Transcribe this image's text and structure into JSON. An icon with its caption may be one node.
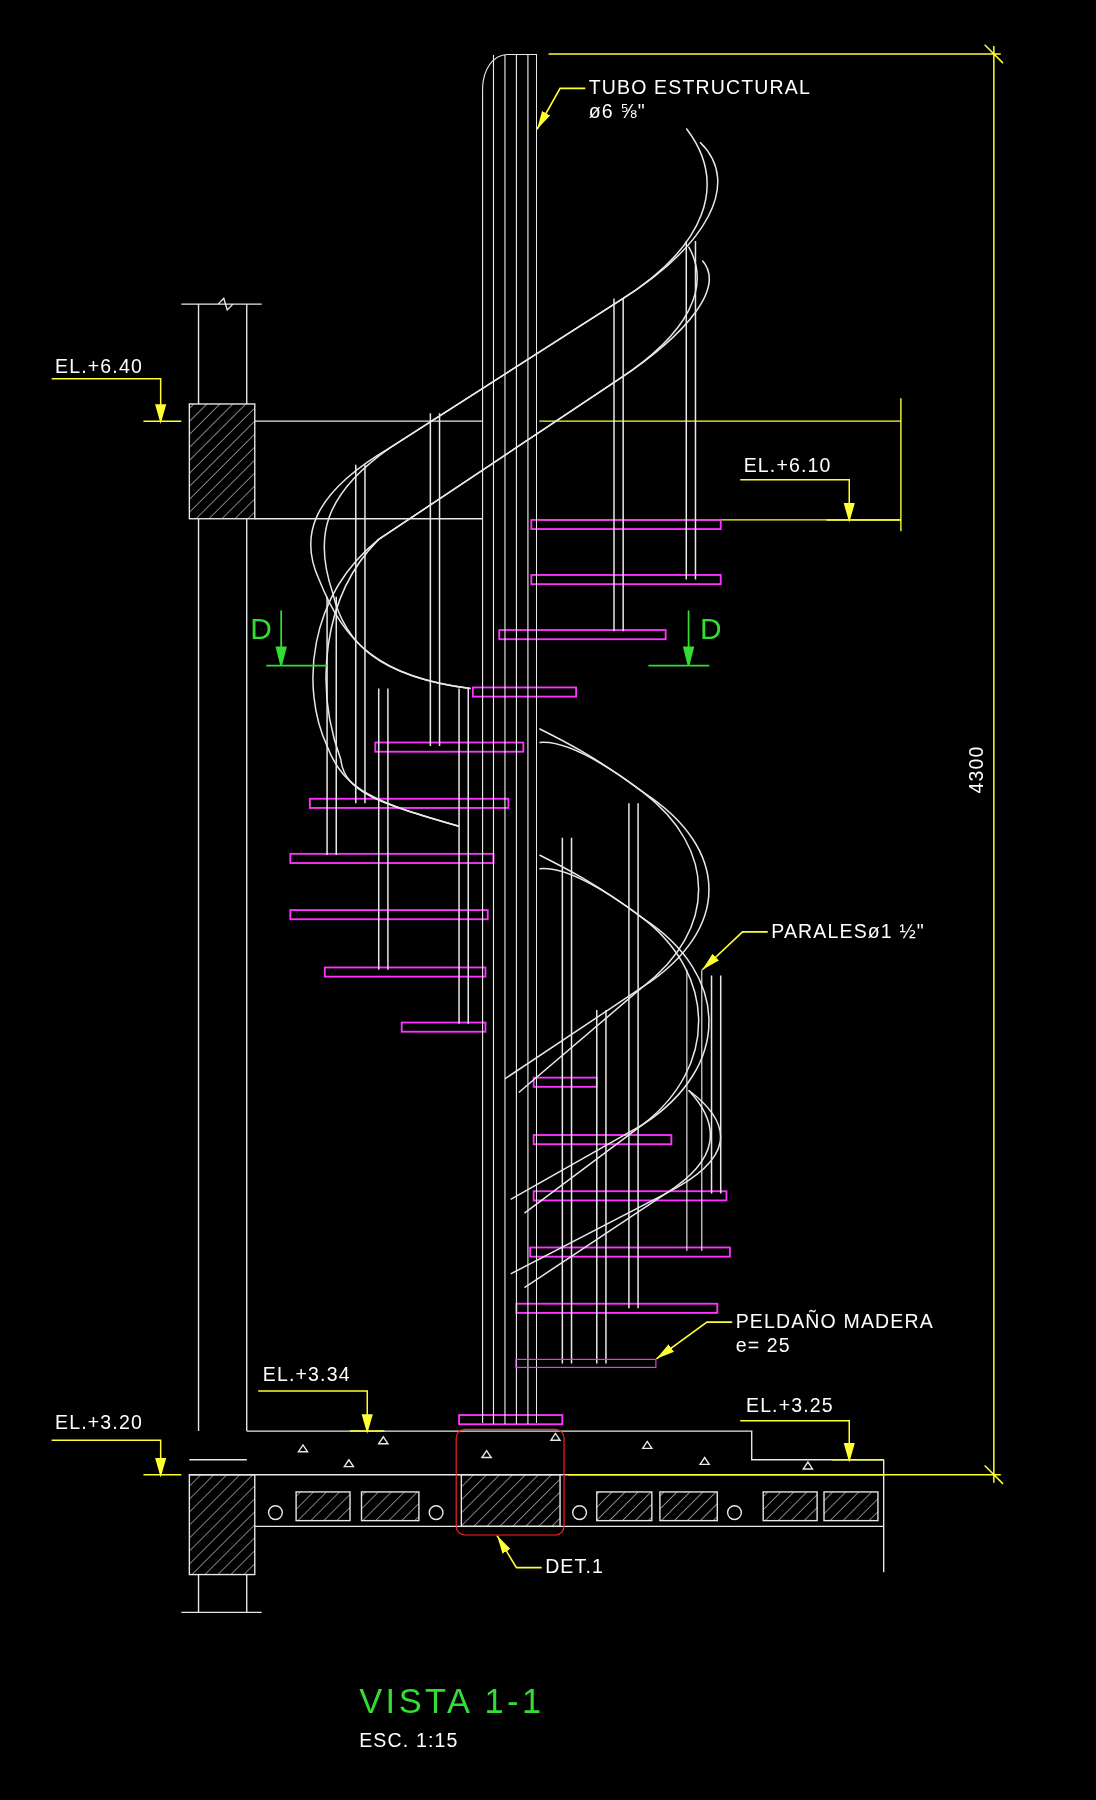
{
  "diagram": {
    "title": "VISTA 1-1",
    "caption": "ESC. 1:15",
    "nodes": [
      {
        "text": [
          "TUBO ESTRUCTURAL",
          "ø6 ⅝\""
        ]
      },
      {
        "text": [],
        "shape": "bar"
      },
      {
        "text": [
          "PARALESø1 ½\""
        ]
      },
      {
        "text": [],
        "shape": "bar"
      },
      {
        "text": [
          "PELDAÑO MADERA",
          "e= 25"
        ]
      },
      {
        "text": [],
        "shape": "bar"
      },
      {
        "text": [
          "DET.1"
        ]
      },
      {
        "text": [],
        "shape": "box"
      }
    ],
    "edges": [
      {
        "from": 0,
        "to": 1,
        "arrow": "to"
      },
      {
        "from": 2,
        "to": 3,
        "arrow": "to"
      },
      {
        "from": 4,
        "to": 5,
        "arrow": "to"
      },
      {
        "from": 6,
        "to": 7,
        "arrow": "to"
      }
    ],
    "labels": [
      "EL.+6.40",
      "EL.+6.10",
      "D",
      "D",
      "4300",
      "EL.+3.34",
      "EL.+3.25",
      "EL.+3.20"
    ]
  }
}
